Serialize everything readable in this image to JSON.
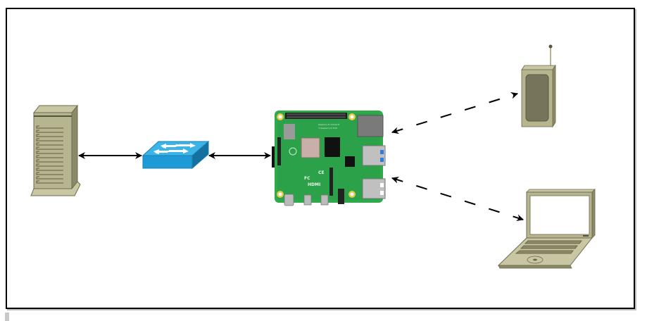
{
  "diagram": {
    "title": "",
    "nodes": [
      {
        "id": "server",
        "type": "tower-server",
        "label": ""
      },
      {
        "id": "switch",
        "type": "network-switch",
        "label": ""
      },
      {
        "id": "raspberry-pi",
        "type": "raspberry-pi-board",
        "label": "",
        "silkscreen": {
          "model": "Raspberry Pi 4 Model B",
          "copyright": "© Raspberry Pi 2018",
          "hdmi": "HDMI",
          "ce": "CE",
          "fcc": "FC"
        }
      },
      {
        "id": "mobile-device",
        "type": "handheld-radio",
        "label": ""
      },
      {
        "id": "laptop",
        "type": "laptop",
        "label": ""
      }
    ],
    "edges": [
      {
        "from": "server",
        "to": "switch",
        "style": "solid",
        "direction": "bidirectional"
      },
      {
        "from": "switch",
        "to": "raspberry-pi",
        "style": "solid",
        "direction": "bidirectional"
      },
      {
        "from": "raspberry-pi",
        "to": "mobile-device",
        "style": "dashed",
        "direction": "bidirectional"
      },
      {
        "from": "raspberry-pi",
        "to": "laptop",
        "style": "dashed",
        "direction": "bidirectional"
      }
    ],
    "colors": {
      "device_body": "#b7b58f",
      "device_dark": "#7a7858",
      "switch_blue": "#1e9ad6",
      "board_green": "#2faa4a",
      "edge": "#000000"
    }
  }
}
